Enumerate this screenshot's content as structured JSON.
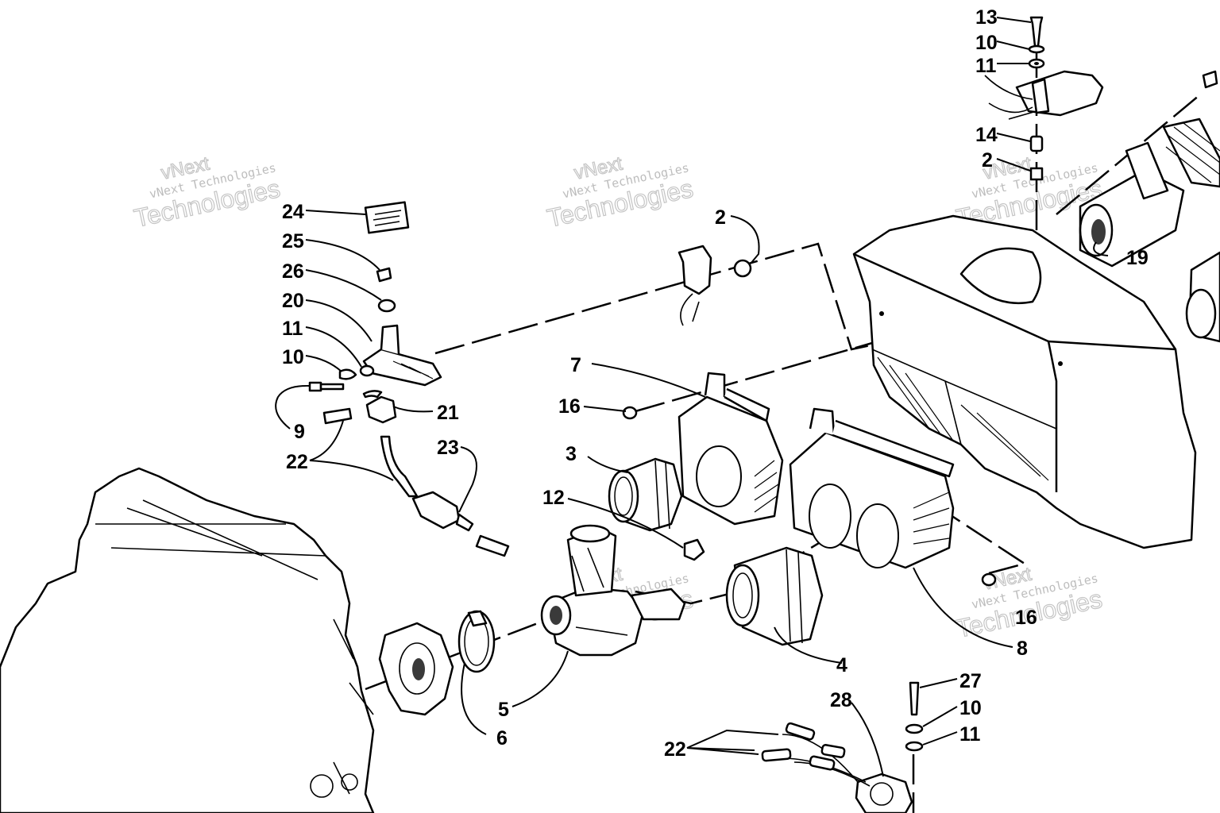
{
  "diagram": {
    "part_labels": [
      {
        "id": "13-top",
        "text": "13"
      },
      {
        "id": "10-top",
        "text": "10"
      },
      {
        "id": "11-top",
        "text": "11"
      },
      {
        "id": "14",
        "text": "14"
      },
      {
        "id": "2-top",
        "text": "2"
      },
      {
        "id": "19",
        "text": "19"
      },
      {
        "id": "2-mid",
        "text": "2"
      },
      {
        "id": "24",
        "text": "24"
      },
      {
        "id": "25",
        "text": "25"
      },
      {
        "id": "26",
        "text": "26"
      },
      {
        "id": "20",
        "text": "20"
      },
      {
        "id": "11-left",
        "text": "11"
      },
      {
        "id": "10-left",
        "text": "10"
      },
      {
        "id": "21",
        "text": "21"
      },
      {
        "id": "9",
        "text": "9"
      },
      {
        "id": "22-left",
        "text": "22"
      },
      {
        "id": "23",
        "text": "23"
      },
      {
        "id": "7",
        "text": "7"
      },
      {
        "id": "16-left",
        "text": "16"
      },
      {
        "id": "3",
        "text": "3"
      },
      {
        "id": "12",
        "text": "12"
      },
      {
        "id": "16-right",
        "text": "16"
      },
      {
        "id": "8",
        "text": "8"
      },
      {
        "id": "4",
        "text": "4"
      },
      {
        "id": "5",
        "text": "5"
      },
      {
        "id": "6",
        "text": "6"
      },
      {
        "id": "27",
        "text": "27"
      },
      {
        "id": "10-bottom",
        "text": "10"
      },
      {
        "id": "11-bottom",
        "text": "11"
      },
      {
        "id": "28",
        "text": "28"
      },
      {
        "id": "22-bottom",
        "text": "22"
      }
    ]
  },
  "watermark": {
    "line1": "vNext",
    "line2": "vNext Technologies",
    "line3": "Technologies"
  }
}
